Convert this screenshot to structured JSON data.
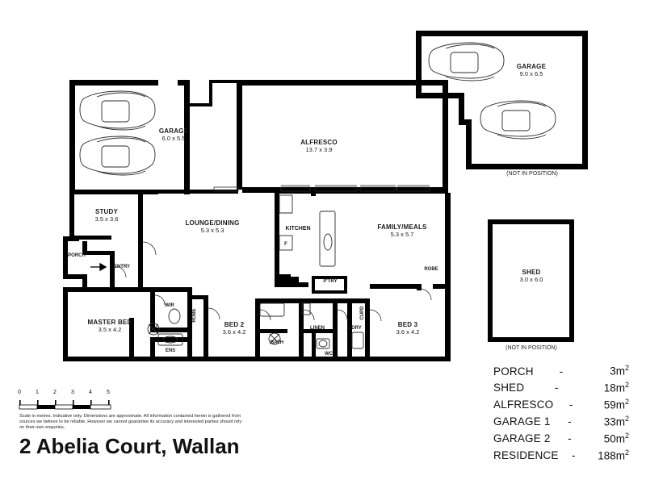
{
  "title": "2 Abelia Court, Wallan",
  "disclaimer": "Scale in metres. Indicative only. Dimensions are approximate. All information contained herein is gathered from sources we believe to be reliable. However we cannot guarantee its accuracy and interested parties should rely on their own enquiries.",
  "scale_ticks": [
    "0",
    "1",
    "2",
    "3",
    "4",
    "5"
  ],
  "rooms": [
    {
      "name": "GARAGE",
      "dim": "6.0 x 5.5"
    },
    {
      "name": "GARAGE",
      "dim": "9.0 x 6.5"
    },
    {
      "name": "ALFRESCO",
      "dim": "13.7 x 3.9"
    },
    {
      "name": "STUDY",
      "dim": "3.5 x 3.6"
    },
    {
      "name": "LOUNGE/DINING",
      "dim": "5.3 x 5.3"
    },
    {
      "name": "KITCHEN",
      "dim": ""
    },
    {
      "name": "FAMILY/MEALS",
      "dim": "5.3 x 5.7"
    },
    {
      "name": "SHED",
      "dim": "3.0 x 6.0"
    },
    {
      "name": "MASTER BED",
      "dim": "3.5 x 4.2"
    },
    {
      "name": "BED 2",
      "dim": "3.6 x 4.2"
    },
    {
      "name": "BED 3",
      "dim": "3.6 x 4.2"
    }
  ],
  "labels": {
    "porch": "PORCH",
    "entry": "ENTRY",
    "wir": "WIR",
    "robe_left": "ROBE",
    "robe_right": "ROBE",
    "ens": "ENS",
    "bath": "BATH",
    "linen": "LINEN",
    "wc": "WC",
    "ldry": "L'DRY",
    "cupd": "CUPD",
    "pantry": "P'TRY",
    "fridge": "F",
    "not_in_position_garage": "(NOT IN POSITION)",
    "not_in_position_shed": "(NOT IN POSITION)"
  },
  "legend": [
    {
      "name": "PORCH",
      "dash": "-",
      "value": "3m",
      "unit": "2"
    },
    {
      "name": "SHED",
      "dash": "-",
      "value": "18m",
      "unit": "2"
    },
    {
      "name": "ALFRESCO",
      "dash": "-",
      "value": "59m",
      "unit": "2"
    },
    {
      "name": "GARAGE 1",
      "dash": "-",
      "value": "33m",
      "unit": "2"
    },
    {
      "name": "GARAGE 2",
      "dash": "-",
      "value": "50m",
      "unit": "2"
    },
    {
      "name": "RESIDENCE",
      "dash": "-",
      "value": "188m",
      "unit": "2"
    }
  ],
  "colors": {
    "wall": "#000000",
    "thin": "#3a3a3a",
    "background": "#ffffff"
  }
}
